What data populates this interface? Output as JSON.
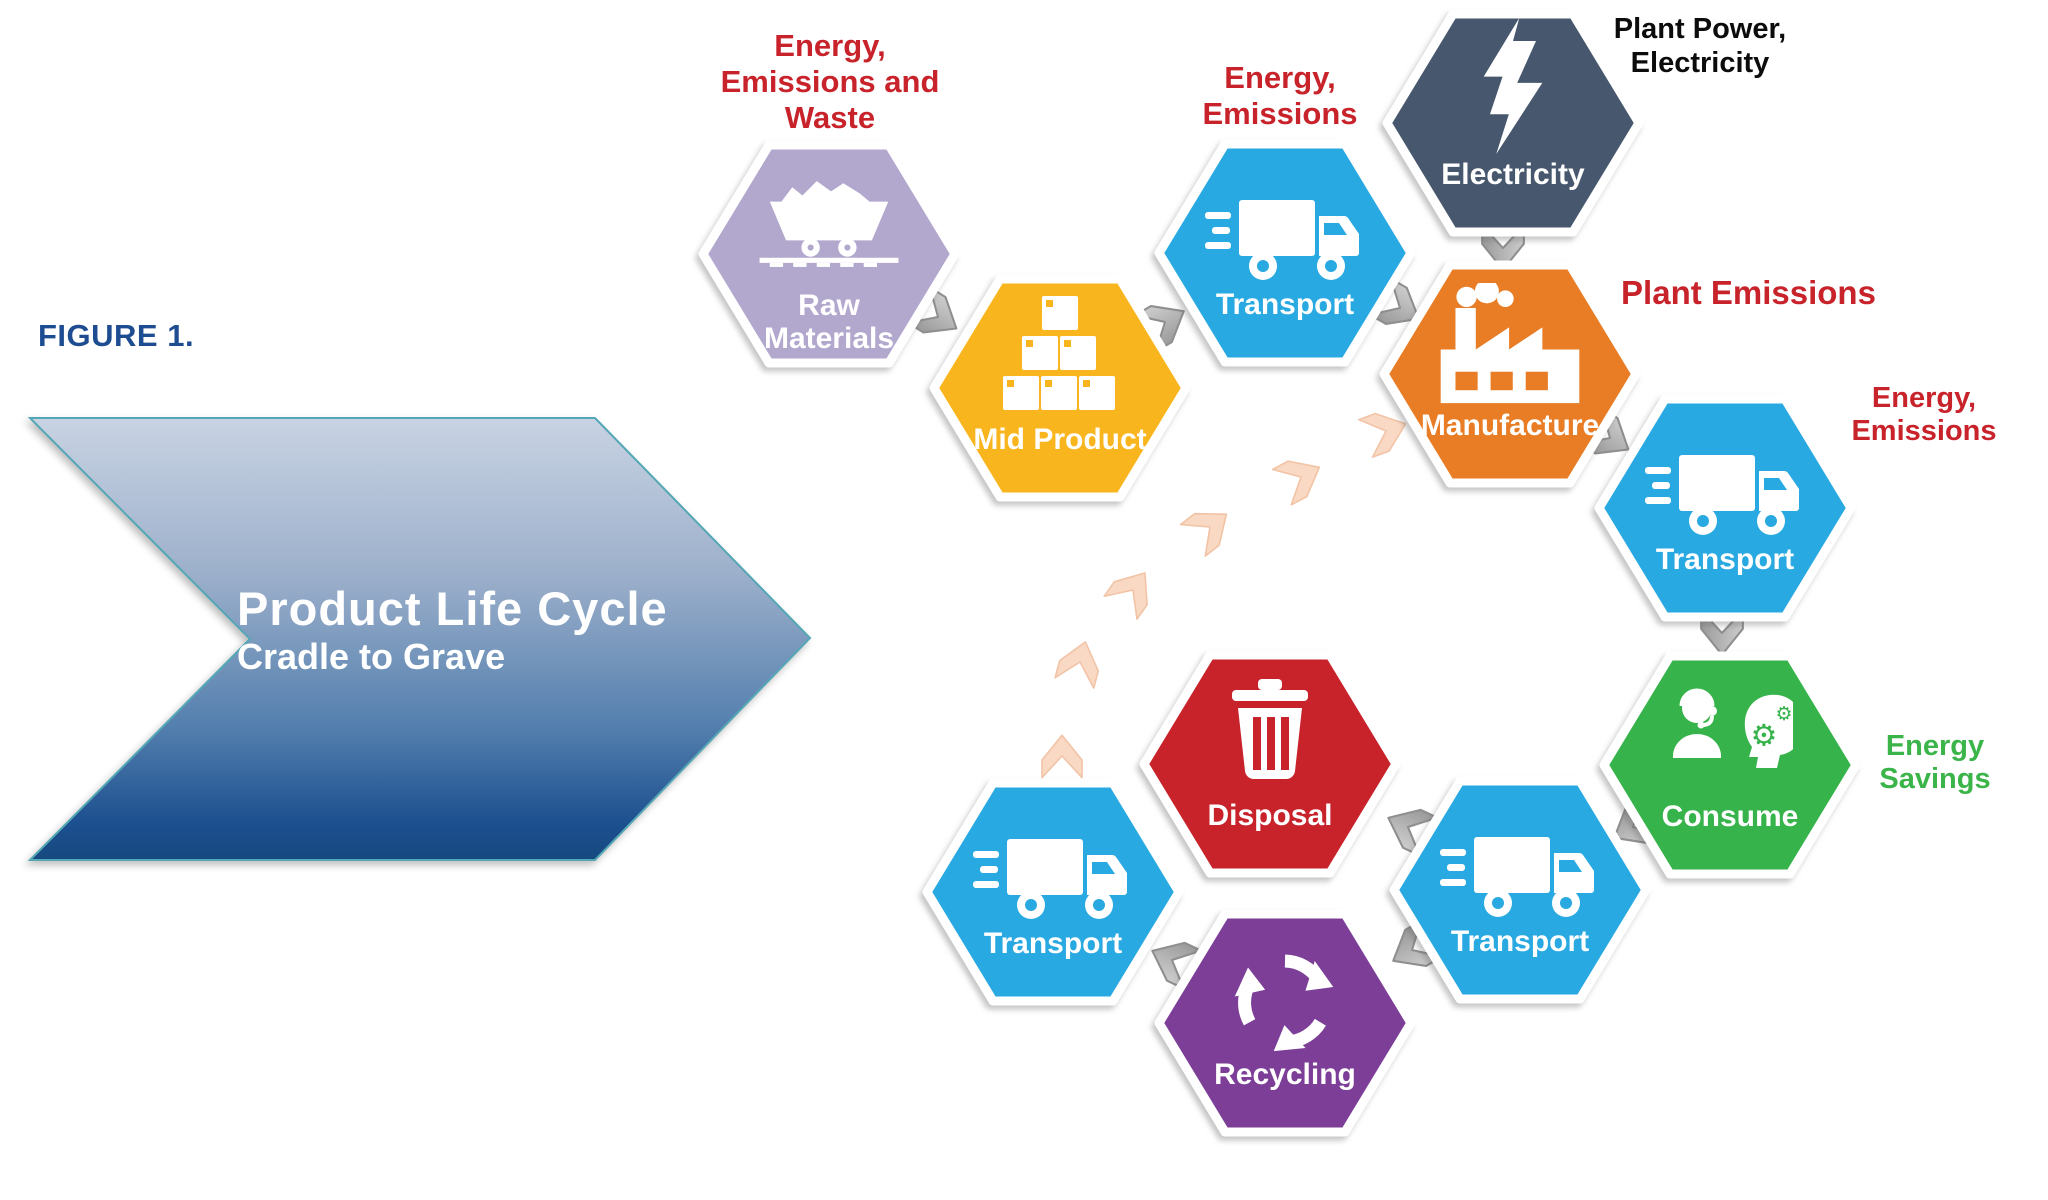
{
  "figure_label": "FIGURE 1.",
  "banner": {
    "title": "Product Life Cycle",
    "subtitle": "Cradle to Grave"
  },
  "nodes": [
    {
      "key": "raw-materials",
      "label": "Raw\nMaterials",
      "color": "#b2a7cd",
      "icon": "mine-cart-icon",
      "icon_href": "#mine-cart-icon"
    },
    {
      "key": "mid-product",
      "label": "Mid Product",
      "color": "#f9b51d",
      "icon": "boxes-icon",
      "icon_href": "#boxes-icon"
    },
    {
      "key": "transport-to-plant",
      "label": "Transport",
      "color": "#29a9e1",
      "icon": "truck-icon",
      "icon_href": "#truck-icon"
    },
    {
      "key": "electricity",
      "label": "Electricity",
      "color": "#47586e",
      "icon": "lightning-icon",
      "icon_href": "#lightning-icon"
    },
    {
      "key": "manufacture",
      "label": "Manufacture",
      "color": "#e87d25",
      "icon": "factory-icon",
      "icon_href": "#factory-icon"
    },
    {
      "key": "transport-to-consumer",
      "label": "Transport",
      "color": "#29a9e1",
      "icon": "truck-icon",
      "icon_href": "#truck-icon"
    },
    {
      "key": "consume",
      "label": "Consume",
      "color": "#36b34a",
      "icon": "consumer-icon",
      "icon_href": "#consumer-icon"
    },
    {
      "key": "transport-from-consumer",
      "label": "Transport",
      "color": "#29a9e1",
      "icon": "truck-icon",
      "icon_href": "#truck-icon"
    },
    {
      "key": "recycling",
      "label": "Recycling",
      "color": "#7c3e97",
      "icon": "recycle-icon",
      "icon_href": "#recycle-icon"
    },
    {
      "key": "transport-recycled",
      "label": "Transport",
      "color": "#29a9e1",
      "icon": "truck-icon",
      "icon_href": "#truck-icon"
    },
    {
      "key": "disposal",
      "label": "Disposal",
      "color": "#c8232b",
      "icon": "trash-icon",
      "icon_href": "#trash-icon"
    }
  ],
  "annotations": [
    {
      "key": "energy-emissions-waste",
      "text": "Energy,\nEmissions and\nWaste",
      "color": "#c8232b"
    },
    {
      "key": "energy-emissions-top",
      "text": "Energy,\nEmissions",
      "color": "#c8232b"
    },
    {
      "key": "plant-power-electricity",
      "text": "Plant Power,\nElectricity",
      "color": "#0c0c0c"
    },
    {
      "key": "plant-emissions",
      "text": "Plant Emissions",
      "color": "#c8232b"
    },
    {
      "key": "energy-emissions-right",
      "text": "Energy,\nEmissions",
      "color": "#c8232b"
    },
    {
      "key": "energy-savings",
      "text": "Energy\nSavings",
      "color": "#3bb54a"
    }
  ],
  "colors": {
    "banner_top": "#c8d3e3",
    "banner_bottom": "#16497f",
    "banner_border": "#54a7b5",
    "figure_label": "#1d4d90",
    "arrow_gray": "#b3b3b3",
    "return_chevron": "#f9d9c4",
    "label_white": "#ffffff"
  }
}
